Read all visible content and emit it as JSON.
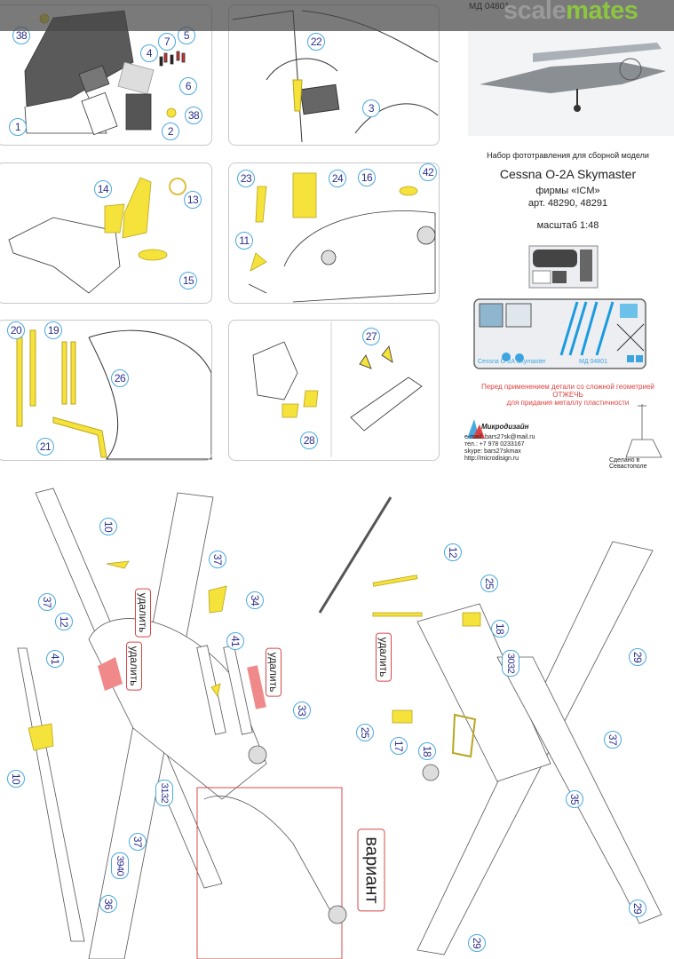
{
  "header": {
    "code": "МД 04801",
    "watermark_part1": "scale",
    "watermark_part2": "mates"
  },
  "info": {
    "subtitle": "Набор фототравления для сборной модели",
    "title": "Cessna O-2A Skymaster",
    "maker": "фирмы «ICM»",
    "articles": "арт. 48290, 48291",
    "scale": "масштаб 1:48",
    "fret_label": "Cessna O-2A Skymaster",
    "fret_code": "МД 04801"
  },
  "warning": {
    "line1": "Перед применением детали со сложной геометрией",
    "line2": "ОТЖЕЧЬ",
    "line3": "для придания металлу пластичности"
  },
  "contacts": {
    "brand": "Микродизайн",
    "email": "e-mail: bars27sk@mail.ru",
    "phone": "тел.: +7 978 0233167",
    "skype": "skype: bars27skmax",
    "web": "http://microdisign.ru",
    "made_in": "Сделано в Севастополе"
  },
  "remove_label": "удалить",
  "variant_label": "вариант",
  "top_callouts": [
    "38",
    "7",
    "5",
    "4",
    "6",
    "38",
    "1",
    "2",
    "22",
    "3",
    "14",
    "13",
    "15",
    "23",
    "24",
    "16",
    "42",
    "11",
    "20",
    "19",
    "26",
    "21",
    "27",
    "28"
  ],
  "left_callouts": [
    "10",
    "37",
    "37",
    "12",
    "41",
    "41",
    "34",
    "33",
    "10",
    "3132",
    "37",
    "3940",
    "36"
  ],
  "right_callouts": [
    "12",
    "25",
    "18",
    "3032",
    "25",
    "17",
    "18",
    "37",
    "35",
    "29",
    "29",
    "29"
  ],
  "colors": {
    "part": "#f5e23a",
    "remove": "#f08a8a",
    "callout_border": "#4aa8e0",
    "callout_text": "#2a2f8a",
    "warning": "#e04040",
    "leader": "#e05050"
  }
}
